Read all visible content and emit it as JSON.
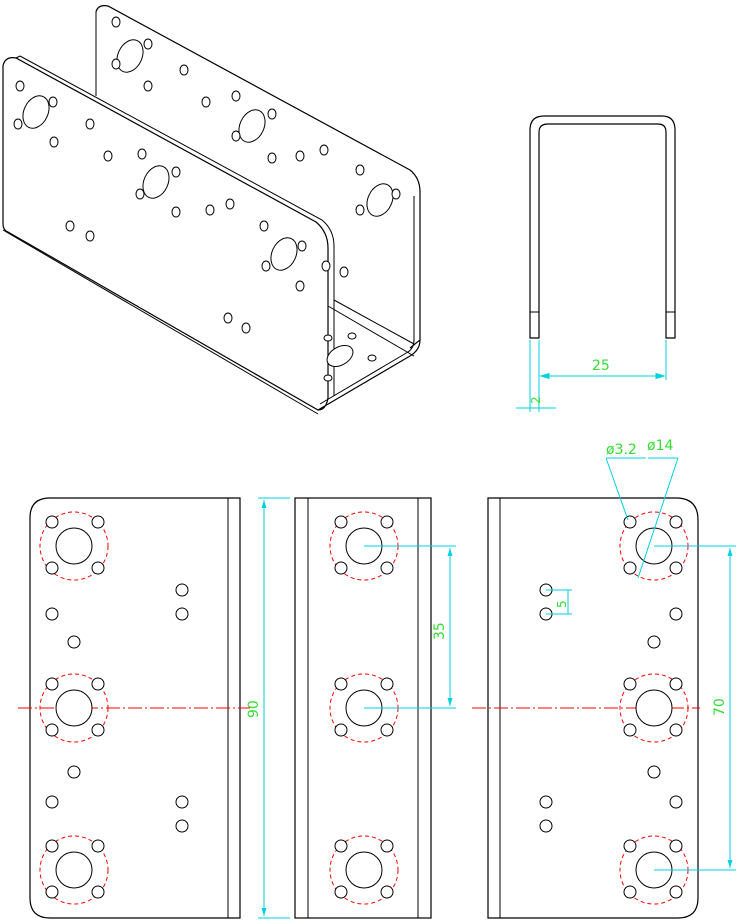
{
  "dimensions": {
    "width_25": "25",
    "thickness_2": "2",
    "dia_3_2": "ø3.2",
    "dia_14": "ø14",
    "pitch_35": "35",
    "spacing_5": "5",
    "height_90": "90",
    "spacing_70": "70"
  },
  "colors": {
    "outline": "#000000",
    "hidden": "#ff0000",
    "centerline": "#ff0000",
    "dimension_line": "#00d0e0",
    "dimension_text": "#33dd33"
  }
}
